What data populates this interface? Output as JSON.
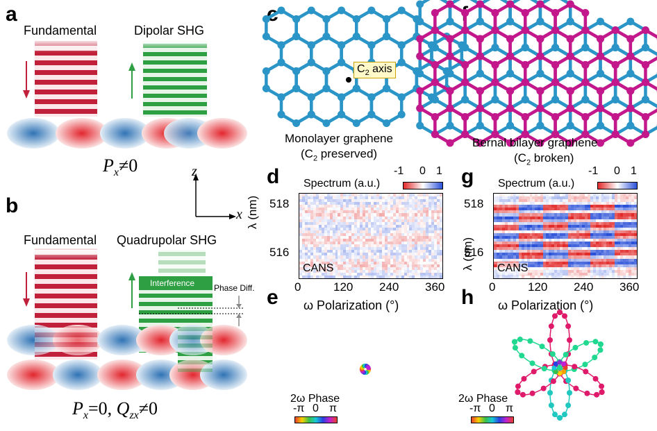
{
  "panels": {
    "a": "a",
    "b": "b",
    "c": "c",
    "d": "d",
    "e": "e",
    "f": "f",
    "g": "g",
    "h": "h"
  },
  "panel_a": {
    "fundamental": "Fundamental",
    "dipolar": "Dipolar SHG",
    "eq": "P",
    "eq_sub": "x",
    "eq_rest": "≠0"
  },
  "axes_xz": {
    "z": "z",
    "x": "x"
  },
  "panel_b": {
    "fundamental": "Fundamental",
    "quadrupolar": "Quadrupolar SHG",
    "interference": "Interference",
    "phase_diff": "Phase Diff.",
    "eq_p": "P",
    "eq_p_sub": "x",
    "eq_mid": "=0, ",
    "eq_q": "Q",
    "eq_q_sub": "zx",
    "eq_rest": "≠0"
  },
  "panel_c": {
    "axis_label": "C",
    "axis_sub": "2",
    "axis_rest": " axis",
    "caption1": "Monolayer graphene",
    "caption2_pre": "(C",
    "caption2_sub": "2",
    "caption2_post": " preserved)"
  },
  "panel_f": {
    "caption1": "Bernal bilayer graphene",
    "caption2_pre": "(C",
    "caption2_sub": "2",
    "caption2_post": " broken)"
  },
  "spectrum": {
    "title": "Spectrum (a.u.)",
    "cbar_ticks": [
      "-1",
      "0",
      "1"
    ],
    "ylabel": "λ (nm)",
    "yticks": [
      "518",
      "516"
    ],
    "xticks": [
      "0",
      "120",
      "240",
      "360"
    ],
    "xlabel": "ω Polarization (°)",
    "inset": "CANS"
  },
  "phase": {
    "title": "2ω Phase",
    "ticks": [
      "-π",
      "0",
      "π"
    ]
  },
  "colors": {
    "fundamental": "#c0203a",
    "shg": "#2ea043",
    "graphene_blue": "#2a95c6",
    "graphene_magenta": "#c2188c",
    "charge_blue": "#2f73b5",
    "charge_red": "#e2262e"
  }
}
